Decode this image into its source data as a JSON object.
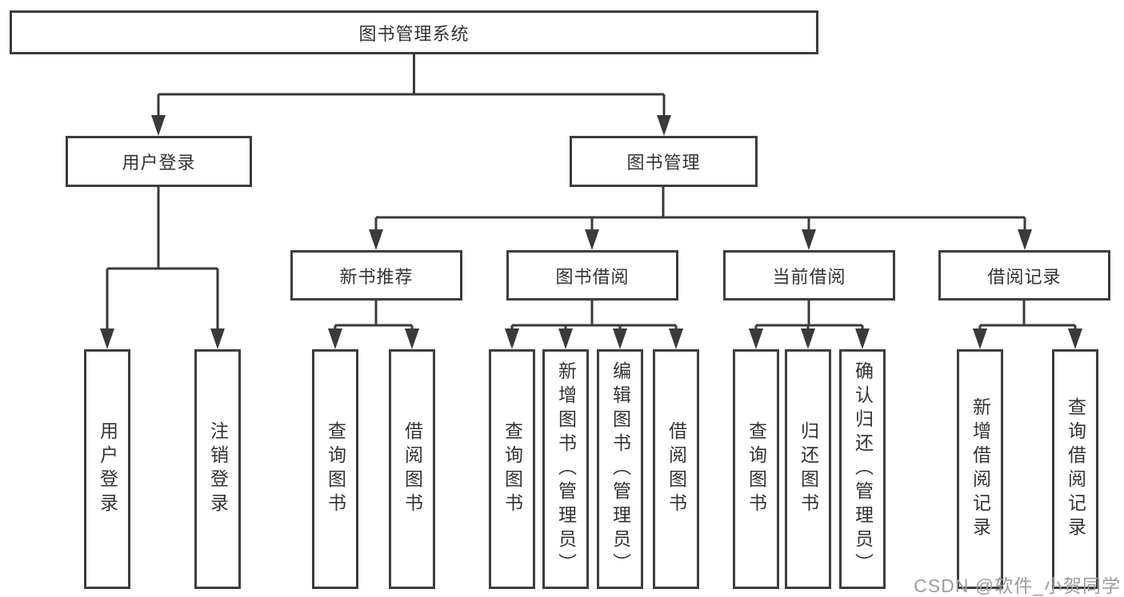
{
  "diagram": {
    "root": "图书管理系统",
    "branches": [
      {
        "label": "用户登录",
        "leaves": [
          "用户登录",
          "注销登录"
        ]
      },
      {
        "label": "图书管理",
        "groups": [
          {
            "label": "新书推荐",
            "leaves": [
              "查询图书",
              "借阅图书"
            ]
          },
          {
            "label": "图书借阅",
            "leaves": [
              "查询图书",
              "新增图书（管理员）",
              "编辑图书（管理员）",
              "借阅图书"
            ]
          },
          {
            "label": "当前借阅",
            "leaves": [
              "查询图书",
              "归还图书",
              "确认归还（管理员）"
            ]
          },
          {
            "label": "借阅记录",
            "leaves": [
              "新增借阅记录",
              "查询借阅记录"
            ]
          }
        ]
      }
    ]
  },
  "watermark": "CSDN @软件_小贺同学",
  "colors": {
    "line": "#3a3a3a",
    "box_border": "#3d3d3d",
    "text": "#333333",
    "watermark": "#9c9c9c",
    "background": "#ffffff"
  }
}
